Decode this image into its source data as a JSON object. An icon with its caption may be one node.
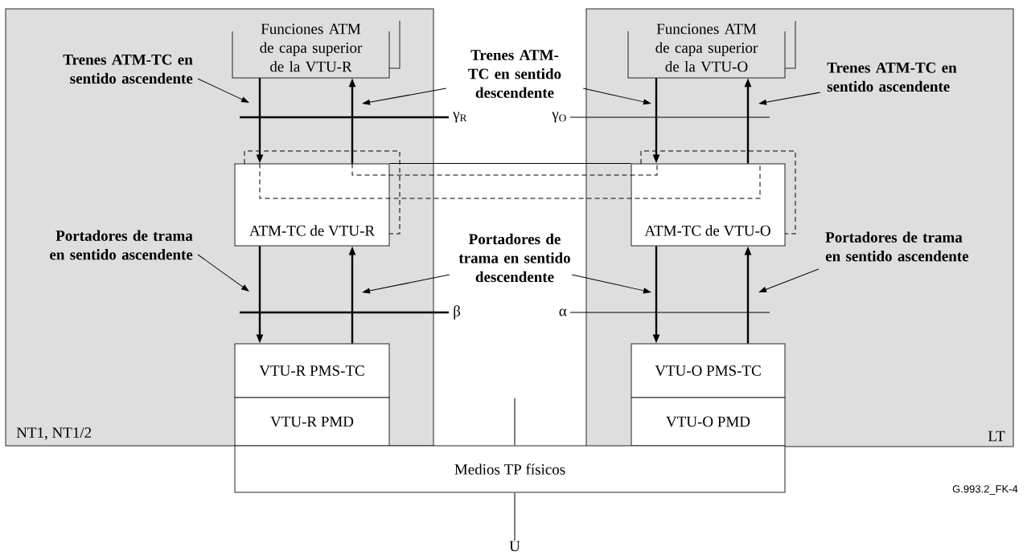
{
  "diagram": {
    "nodes": [
      {
        "text": [
          "NT1, NT1/2"
        ]
      },
      {
        "text": [
          "LT"
        ]
      },
      {
        "text": [
          "Funciones ATM de capa superior de la VTU-R"
        ],
        "in": 0
      },
      {
        "text": [
          "Funciones ATM de capa superior de la VTU-O"
        ],
        "in": 1
      },
      {
        "text": [
          "Trenes ATM-TC en sentido ascendente"
        ],
        "in": 0
      },
      {
        "text": [
          "Trenes ATM-TC en sentido descendente"
        ]
      },
      {
        "text": [
          "Trenes ATM-TC en sentido ascendente"
        ],
        "in": 1
      },
      {
        "text": [
          "ATM-TC de VTU-R"
        ],
        "in": 0
      },
      {
        "text": [
          "ATM-TC de VTU-O"
        ],
        "in": 1
      },
      {
        "text": [
          "Portadores de trama en sentido ascendente"
        ],
        "in": 0
      },
      {
        "text": [
          "Portadores de trama en sentido descendente"
        ]
      },
      {
        "text": [
          "Portadores de trama en sentido ascendente"
        ],
        "in": 1
      },
      {
        "text": [
          "VTU-R PMS-TC"
        ],
        "in": 0
      },
      {
        "text": [
          "VTU-O PMS-TC"
        ],
        "in": 1
      },
      {
        "text": [
          "VTU-R PMD"
        ],
        "in": 0
      },
      {
        "text": [
          "VTU-O PMD"
        ],
        "in": 1
      },
      {
        "text": [
          "Medios TP físicos"
        ]
      },
      {
        "text": [
          "U"
        ]
      }
    ],
    "edges": [
      {
        "from": 2,
        "to": 7,
        "arrow": "to"
      },
      {
        "from": 7,
        "to": 2,
        "arrow": "to"
      },
      {
        "from": 3,
        "to": 8,
        "arrow": "to"
      },
      {
        "from": 8,
        "to": 3,
        "arrow": "to"
      },
      {
        "from": 7,
        "to": 12,
        "arrow": "to"
      },
      {
        "from": 12,
        "to": 7,
        "arrow": "to"
      },
      {
        "from": 8,
        "to": 13,
        "arrow": "to"
      },
      {
        "from": 13,
        "to": 8,
        "arrow": "to"
      },
      {
        "from": 7,
        "to": 8,
        "arrow": "none"
      },
      {
        "from": 7,
        "to": 8,
        "arrow": "none",
        "style": "dashed"
      },
      {
        "from": 7,
        "to": 8,
        "arrow": "none",
        "style": "dashed"
      },
      {
        "from": 4,
        "to": null,
        "arrow": "to"
      },
      {
        "from": 5,
        "to": null,
        "arrow": "to"
      },
      {
        "from": 5,
        "to": null,
        "arrow": "to"
      },
      {
        "from": 6,
        "to": null,
        "arrow": "to"
      },
      {
        "from": 9,
        "to": null,
        "arrow": "to"
      },
      {
        "from": 10,
        "to": null,
        "arrow": "to"
      },
      {
        "from": 10,
        "to": null,
        "arrow": "to"
      },
      {
        "from": 11,
        "to": null,
        "arrow": "to"
      },
      {
        "from": null,
        "to": 16,
        "arrow": "none"
      },
      {
        "from": 16,
        "to": 17,
        "arrow": "none"
      }
    ],
    "labels": [
      "γ$_{R}$",
      "γ$_{O}$",
      "β",
      "α",
      "G.993.2_FK-4"
    ]
  }
}
